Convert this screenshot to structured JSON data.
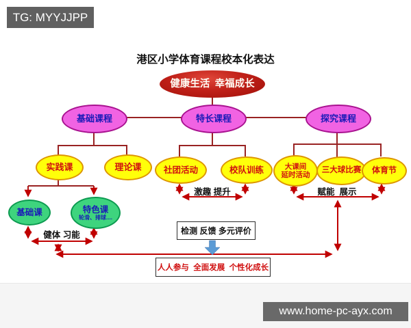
{
  "title": "港区小学体育课程校本化表达",
  "watermarks": {
    "top": "TG: MYYJJPP",
    "bottom": "www.home-pc-ayx.com"
  },
  "nodes": {
    "slogan": "健康生活  幸福成长",
    "level1": {
      "basic": "基础课程",
      "specialty": "特长课程",
      "inquiry": "探究课程"
    },
    "basic_children": {
      "practice": "实践课",
      "theory": "理论课"
    },
    "practice_children": {
      "base": "基础课",
      "feature": "特色课",
      "feature_sub": "轮滑、排球...."
    },
    "specialty_children": {
      "club": "社团活动",
      "team": "校队训练"
    },
    "inquiry_children": {
      "recess_line1": "大课间",
      "recess_line2": "延时活动",
      "ball_games": "三大球比赛",
      "festival": "体育节"
    }
  },
  "labels": {
    "fitness": "健体 习能",
    "interest": "激趣 提升",
    "empower": "赋能  展示",
    "evaluation": "检测 反馈 多元评价",
    "outcome": "人人参与  全面发展  个性化成长"
  },
  "colors": {
    "tree_line": "#992222",
    "arrow_red": "#c00000",
    "root_fill": "#c02018",
    "level1_fill": "#f163e3",
    "child_fill": "#ffff0a",
    "leaf_fill": "#3ed47e",
    "node_text_blue": "#1b1ab8",
    "node_text_red": "#d01010",
    "blue_arrow": "#5b9bd5",
    "watermark_bg": "#696969"
  }
}
